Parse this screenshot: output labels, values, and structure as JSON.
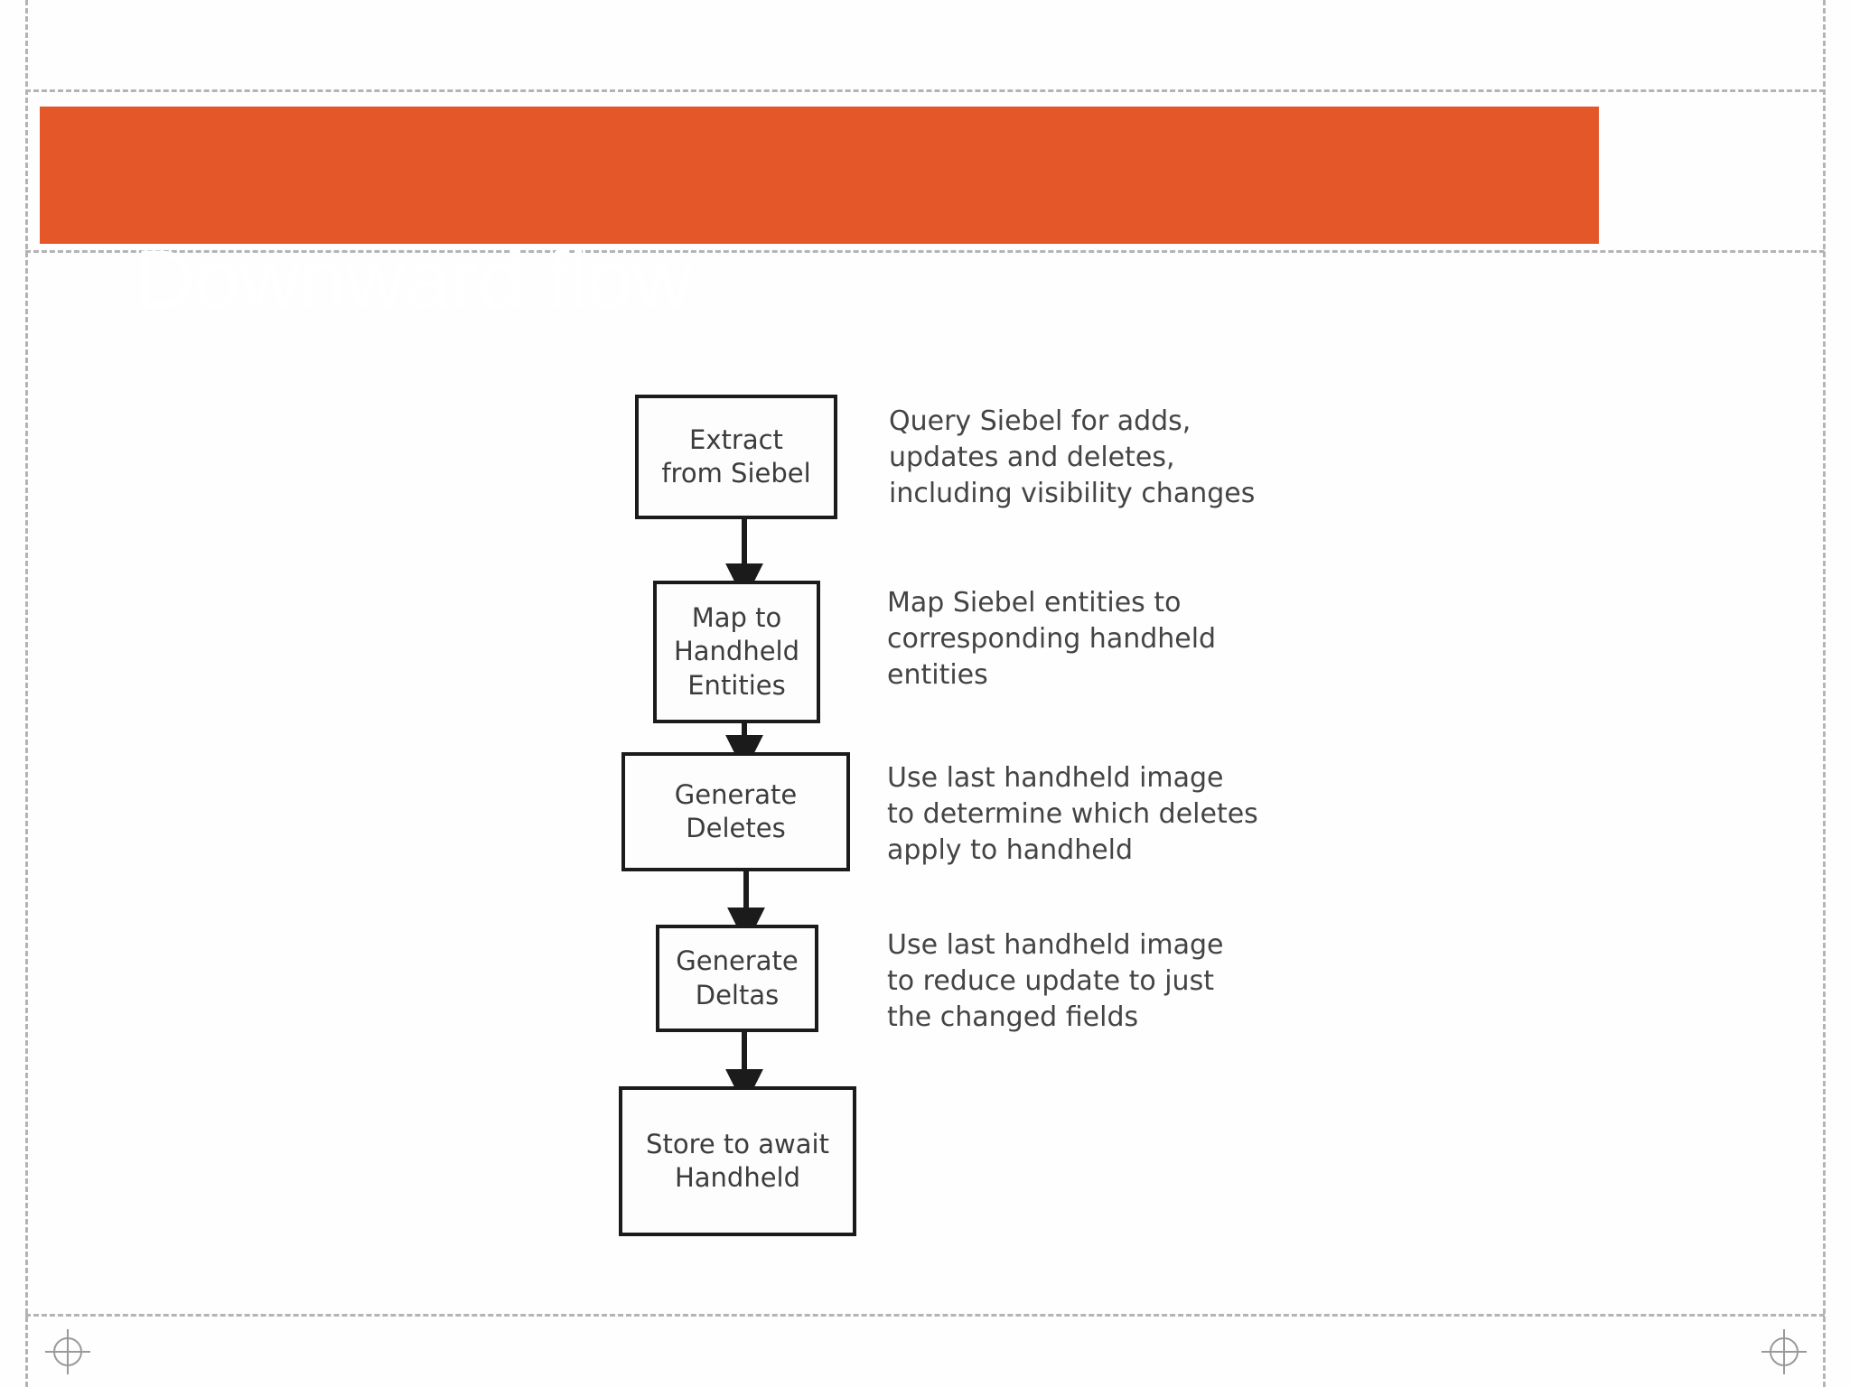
{
  "slide": {
    "title": "Downward flow",
    "accent_color": "#E35728",
    "title_color": "#FFFFFF",
    "background_color": "#FFFFFF"
  },
  "diagram": {
    "type": "flowchart",
    "orientation": "top-to-bottom",
    "steps": [
      {
        "id": "extract-from-siebel",
        "label": "Extract\nfrom Siebel",
        "note": "Query Siebel for adds,\nupdates and deletes,\nincluding visibility changes"
      },
      {
        "id": "map-to-handheld-entities",
        "label": "Map to\nHandheld\nEntities",
        "note": "Map Siebel entities to\ncorresponding handheld\nentities"
      },
      {
        "id": "generate-deletes",
        "label": "Generate\nDeletes",
        "note": "Use last handheld image\nto determine which deletes\napply to handheld"
      },
      {
        "id": "generate-deltas",
        "label": "Generate\nDeltas",
        "note": "Use last handheld image\nto reduce update to just\nthe changed fields"
      },
      {
        "id": "store-to-await-handheld",
        "label": "Store to await\nHandheld",
        "note": ""
      }
    ],
    "connectors": [
      {
        "from": "extract-from-siebel",
        "to": "map-to-handheld-entities",
        "style": "solid-arrow"
      },
      {
        "from": "map-to-handheld-entities",
        "to": "generate-deletes",
        "style": "solid-arrow"
      },
      {
        "from": "generate-deletes",
        "to": "generate-deltas",
        "style": "solid-arrow"
      },
      {
        "from": "generate-deltas",
        "to": "store-to-await-handheld",
        "style": "solid-arrow"
      }
    ]
  },
  "print_marks": {
    "left_mark": "registration-crosshair",
    "right_mark": "registration-crosshair"
  }
}
